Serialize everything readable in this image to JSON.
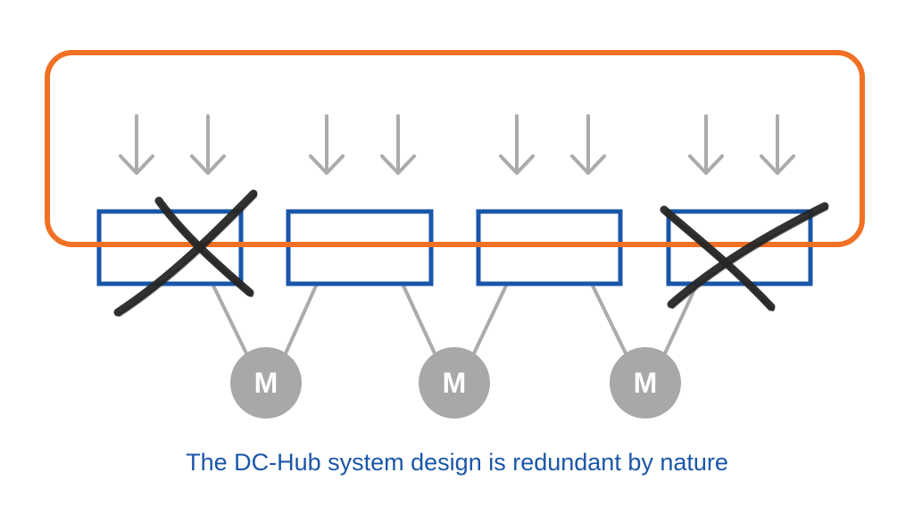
{
  "caption": "The DC-Hub system design is redundant by nature",
  "motor_label": "M",
  "colors": {
    "enclosure": "#F07124",
    "unit": "#1A56A8",
    "arrow": "#ABABAB",
    "link": "#ABABAB",
    "motor": "#A7A8AA",
    "motor_text": "#FFFFFF",
    "cross": "#262626",
    "caption": "#1A56A8"
  },
  "units": [
    {
      "name": "unit-1",
      "failed": true
    },
    {
      "name": "unit-2",
      "failed": false
    },
    {
      "name": "unit-3",
      "failed": false
    },
    {
      "name": "unit-4",
      "failed": true
    }
  ],
  "motors": [
    {
      "name": "motor-1",
      "label": "M"
    },
    {
      "name": "motor-2",
      "label": "M"
    },
    {
      "name": "motor-3",
      "label": "M"
    }
  ]
}
